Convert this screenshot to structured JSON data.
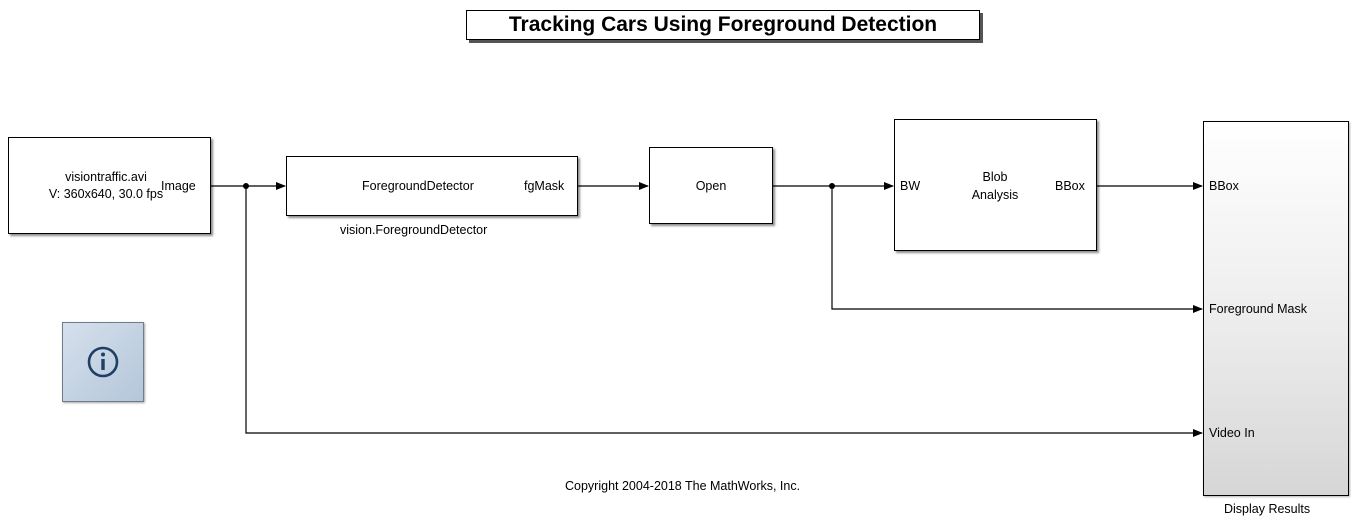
{
  "title": "Tracking Cars Using Foreground Detection",
  "source_block": {
    "line1": "visiontraffic.avi",
    "line2": "V: 360x640, 30.0 fps",
    "out_port": "Image"
  },
  "detector_block": {
    "label": "ForegroundDetector",
    "out_port": "fgMask",
    "caption": "vision.ForegroundDetector"
  },
  "open_block": {
    "label": "Open"
  },
  "blob_block": {
    "in_port": "BW",
    "label_line1": "Blob",
    "label_line2": "Analysis",
    "out_port": "BBox"
  },
  "display_block": {
    "ports": [
      "BBox",
      "Foreground Mask",
      "Video In"
    ],
    "caption": "Display Results"
  },
  "info_icon": "info-icon",
  "copyright": "Copyright 2004-2018 The MathWorks, Inc."
}
